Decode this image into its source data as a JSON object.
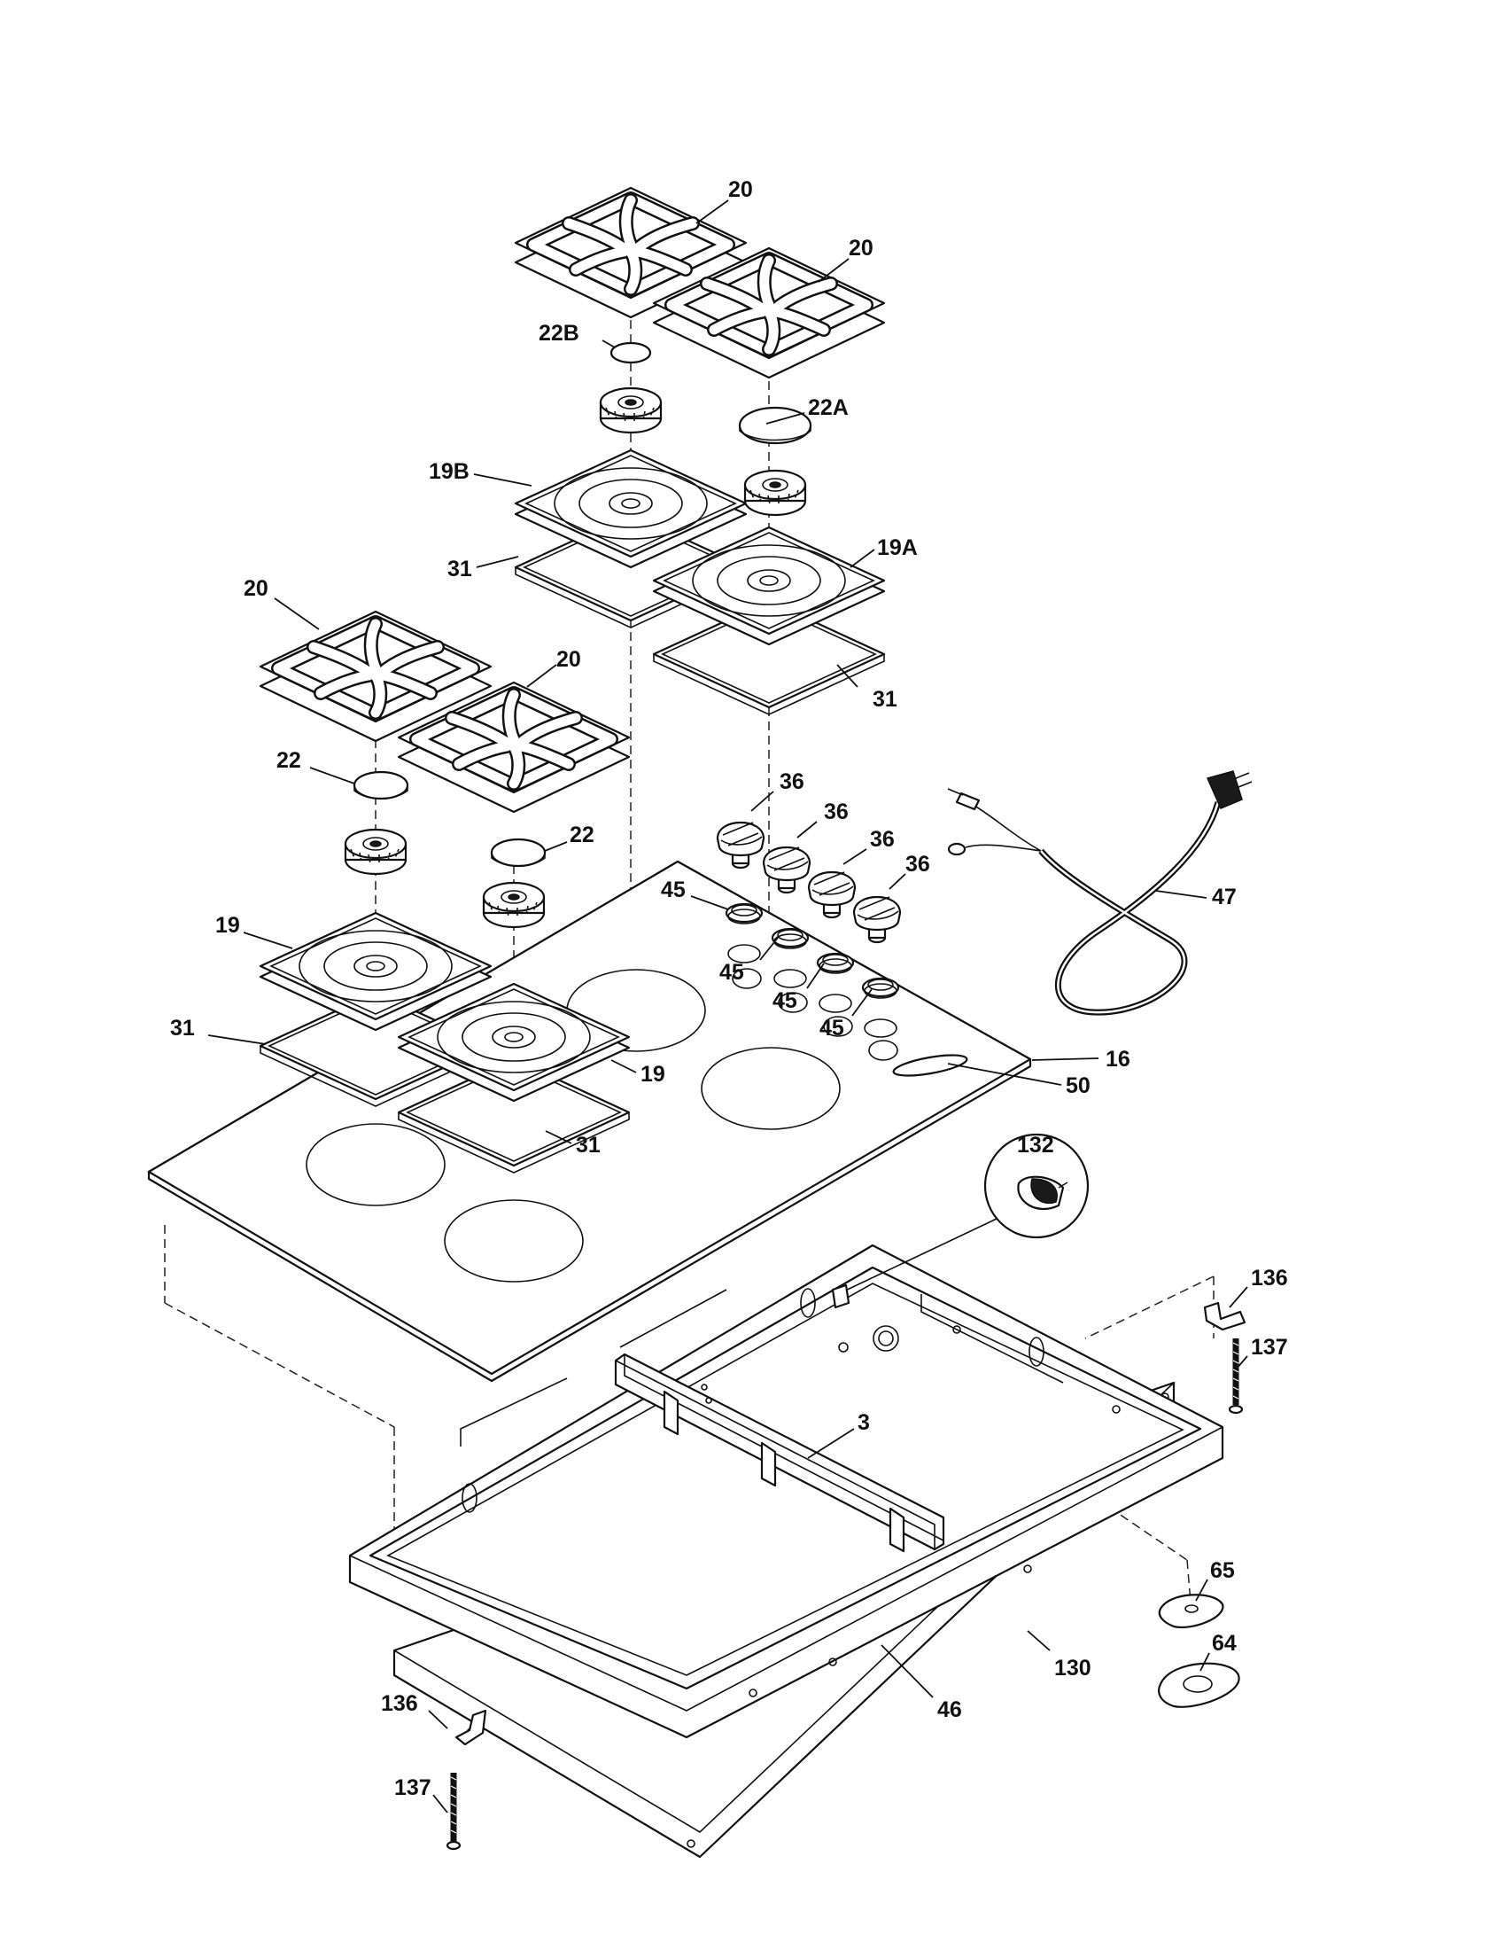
{
  "callouts": [
    {
      "id": "c20a",
      "text": "20"
    },
    {
      "id": "c20b",
      "text": "20"
    },
    {
      "id": "c22b",
      "text": "22B"
    },
    {
      "id": "c22a",
      "text": "22A"
    },
    {
      "id": "c19b",
      "text": "19B"
    },
    {
      "id": "c31a",
      "text": "31"
    },
    {
      "id": "c19a",
      "text": "19A"
    },
    {
      "id": "c20c",
      "text": "20"
    },
    {
      "id": "c20d",
      "text": "20"
    },
    {
      "id": "c31b",
      "text": "31"
    },
    {
      "id": "c36a",
      "text": "36"
    },
    {
      "id": "c36b",
      "text": "36"
    },
    {
      "id": "c36c",
      "text": "36"
    },
    {
      "id": "c36d",
      "text": "36"
    },
    {
      "id": "c22c",
      "text": "22"
    },
    {
      "id": "c22d",
      "text": "22"
    },
    {
      "id": "c45a",
      "text": "45"
    },
    {
      "id": "c45b",
      "text": "45"
    },
    {
      "id": "c45c",
      "text": "45"
    },
    {
      "id": "c45d",
      "text": "45"
    },
    {
      "id": "c47",
      "text": "47"
    },
    {
      "id": "c19c",
      "text": "19"
    },
    {
      "id": "c31c",
      "text": "31"
    },
    {
      "id": "c19d",
      "text": "19"
    },
    {
      "id": "c16",
      "text": "16"
    },
    {
      "id": "c50",
      "text": "50"
    },
    {
      "id": "c31d",
      "text": "31"
    },
    {
      "id": "c132",
      "text": "132"
    },
    {
      "id": "c136a",
      "text": "136"
    },
    {
      "id": "c137a",
      "text": "137"
    },
    {
      "id": "c3",
      "text": "3"
    },
    {
      "id": "c65",
      "text": "65"
    },
    {
      "id": "c64",
      "text": "64"
    },
    {
      "id": "c130",
      "text": "130"
    },
    {
      "id": "c46",
      "text": "46"
    },
    {
      "id": "c136b",
      "text": "136"
    },
    {
      "id": "c137b",
      "text": "137"
    }
  ]
}
